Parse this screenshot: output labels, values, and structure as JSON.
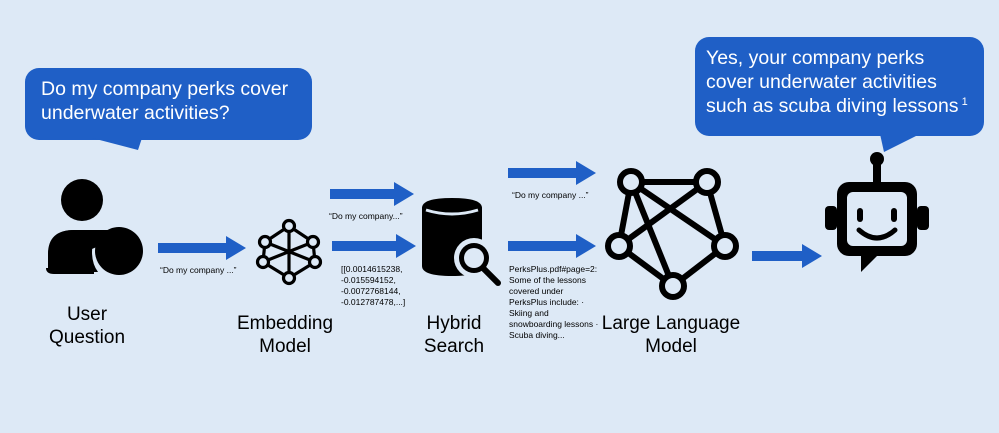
{
  "colors": {
    "background": "#dde9f6",
    "accent": "#1f5fc6",
    "icon": "#000000"
  },
  "bubbles": {
    "question": {
      "text": "Do my company perks cover underwater activities?"
    },
    "answer": {
      "text": "Yes, your company perks cover underwater activities such as scuba diving lessons",
      "citation": "1"
    }
  },
  "nodes": {
    "user": {
      "label": "User\nQuestion",
      "icon": "person-icon"
    },
    "embedding": {
      "label": "Embedding\nModel",
      "icon": "network-icon"
    },
    "search": {
      "label": "Hybrid\nSearch",
      "icon": "database-search-icon"
    },
    "llm": {
      "label": "Large Language\nModel",
      "icon": "network-icon"
    },
    "bot": {
      "icon": "robot-icon"
    }
  },
  "annotations": {
    "user_to_embedding": "“Do my company ...”",
    "embedding_to_search_text": "“Do my company...”",
    "embedding_to_search_vector": "[[0.0014615238, -0.015594152, -0.0072768144, -0.012787478,...]",
    "search_to_llm_text": "“Do my company ...”",
    "search_to_llm_docs": "PerksPlus.pdf#page=2: Some of the lessons covered under PerksPlus include: · Skiing and snowboarding lessons · Scuba diving..."
  }
}
